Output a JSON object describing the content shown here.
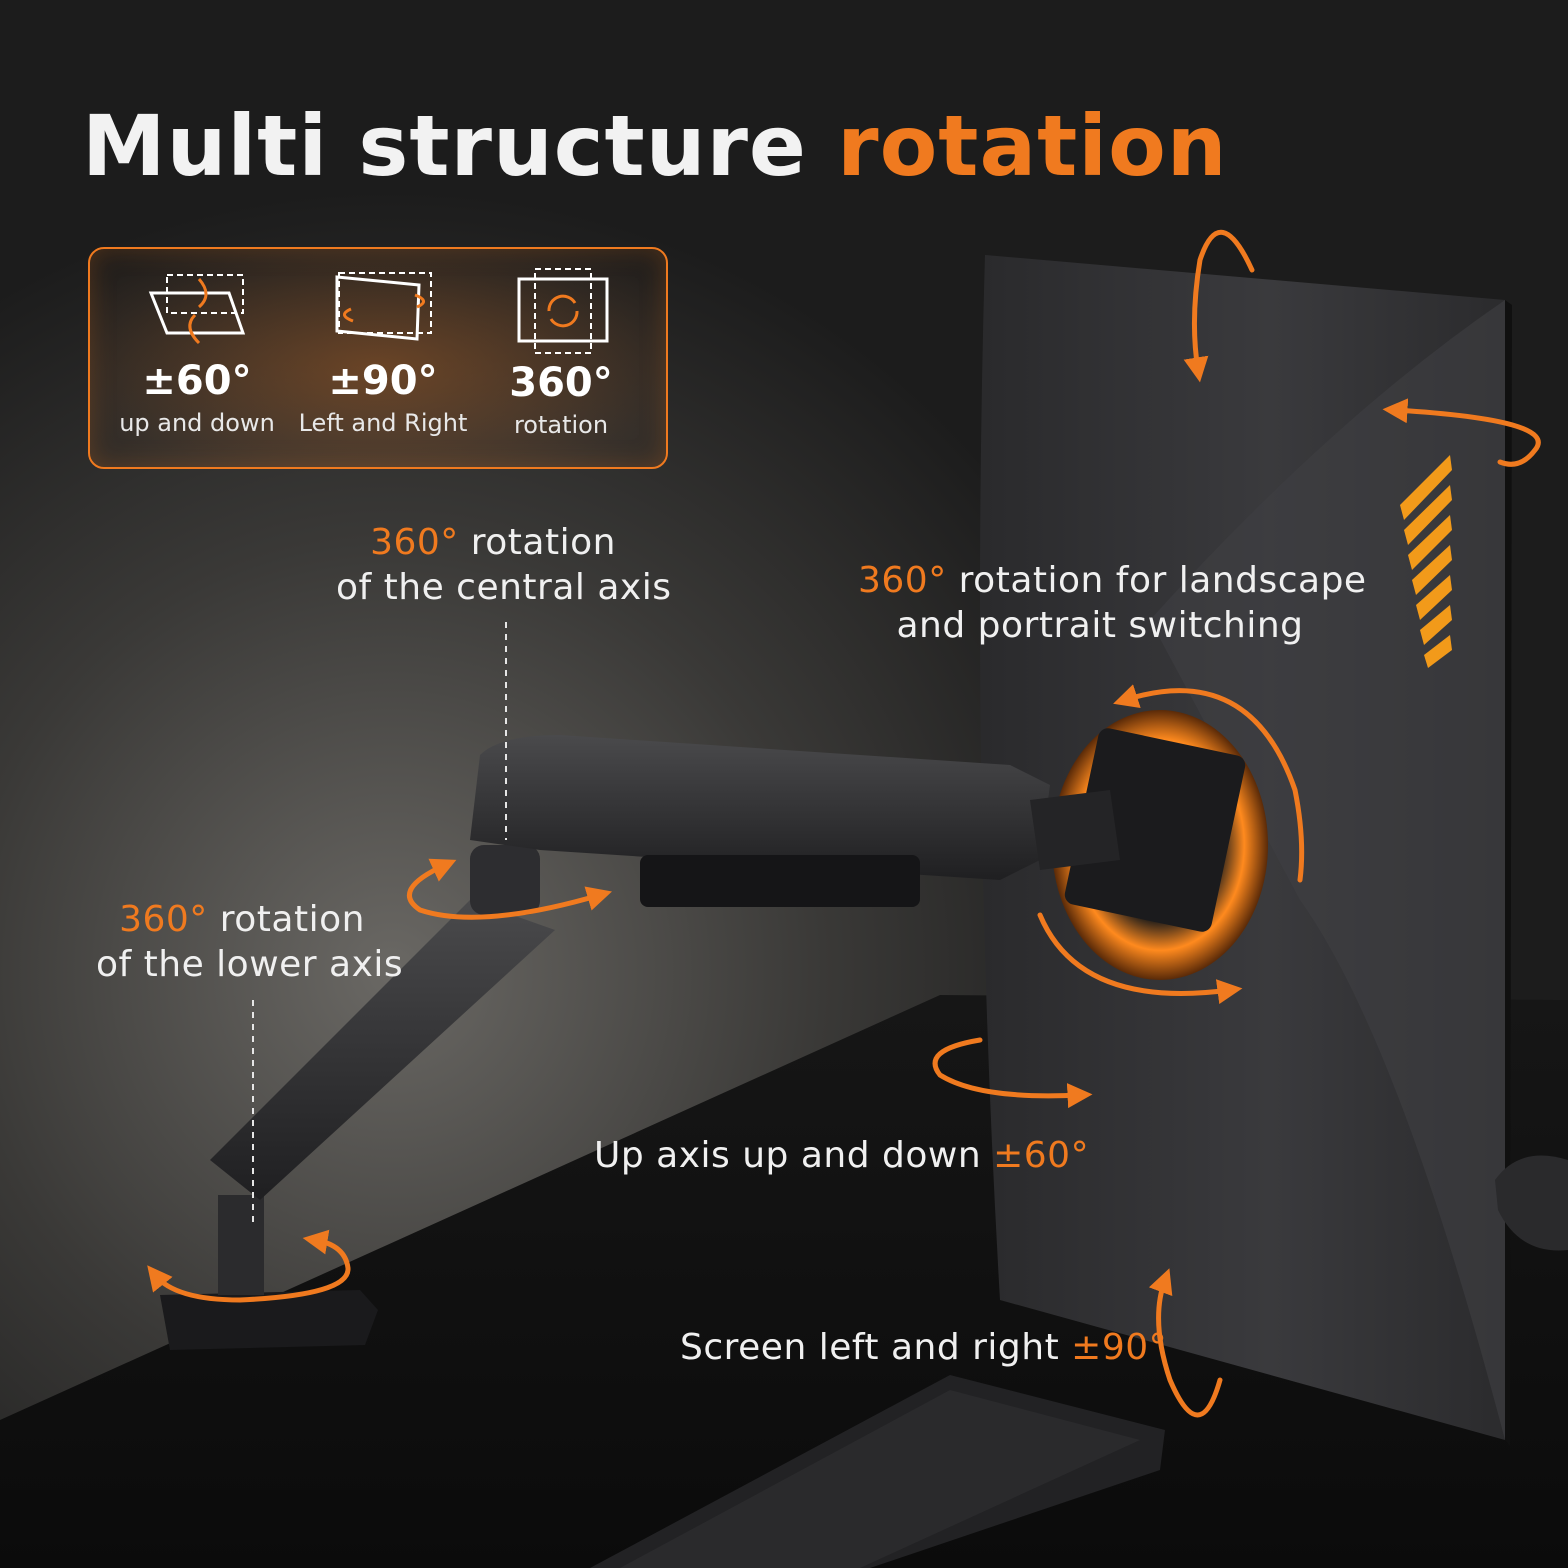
{
  "title": {
    "main": "Multi structure",
    "highlight": "rotation"
  },
  "colors": {
    "accent": "#f07a1f",
    "background": "#1e1e1e",
    "text": "#f2f2f2"
  },
  "specs": [
    {
      "icon": "tilt-up-down-icon",
      "value": "±60°",
      "caption": "up and down"
    },
    {
      "icon": "swivel-left-right-icon",
      "value": "±90°",
      "caption": "Left and Right"
    },
    {
      "icon": "rotation-360-icon",
      "value": "360°",
      "caption": "rotation"
    }
  ],
  "callouts": {
    "central_axis": {
      "highlight": "360°",
      "line1_rest": "rotation",
      "line2": "of the central axis"
    },
    "lower_axis": {
      "highlight": "360°",
      "line1_rest": "rotation",
      "line2": "of the lower axis"
    },
    "landscape": {
      "highlight": "360°",
      "line1_rest": "rotation for landscape",
      "line2": "and portrait switching"
    },
    "up_axis": {
      "text": "Up axis up and down",
      "highlight": "±60°"
    },
    "screen": {
      "text": "Screen left and right",
      "highlight": "±90°"
    }
  }
}
